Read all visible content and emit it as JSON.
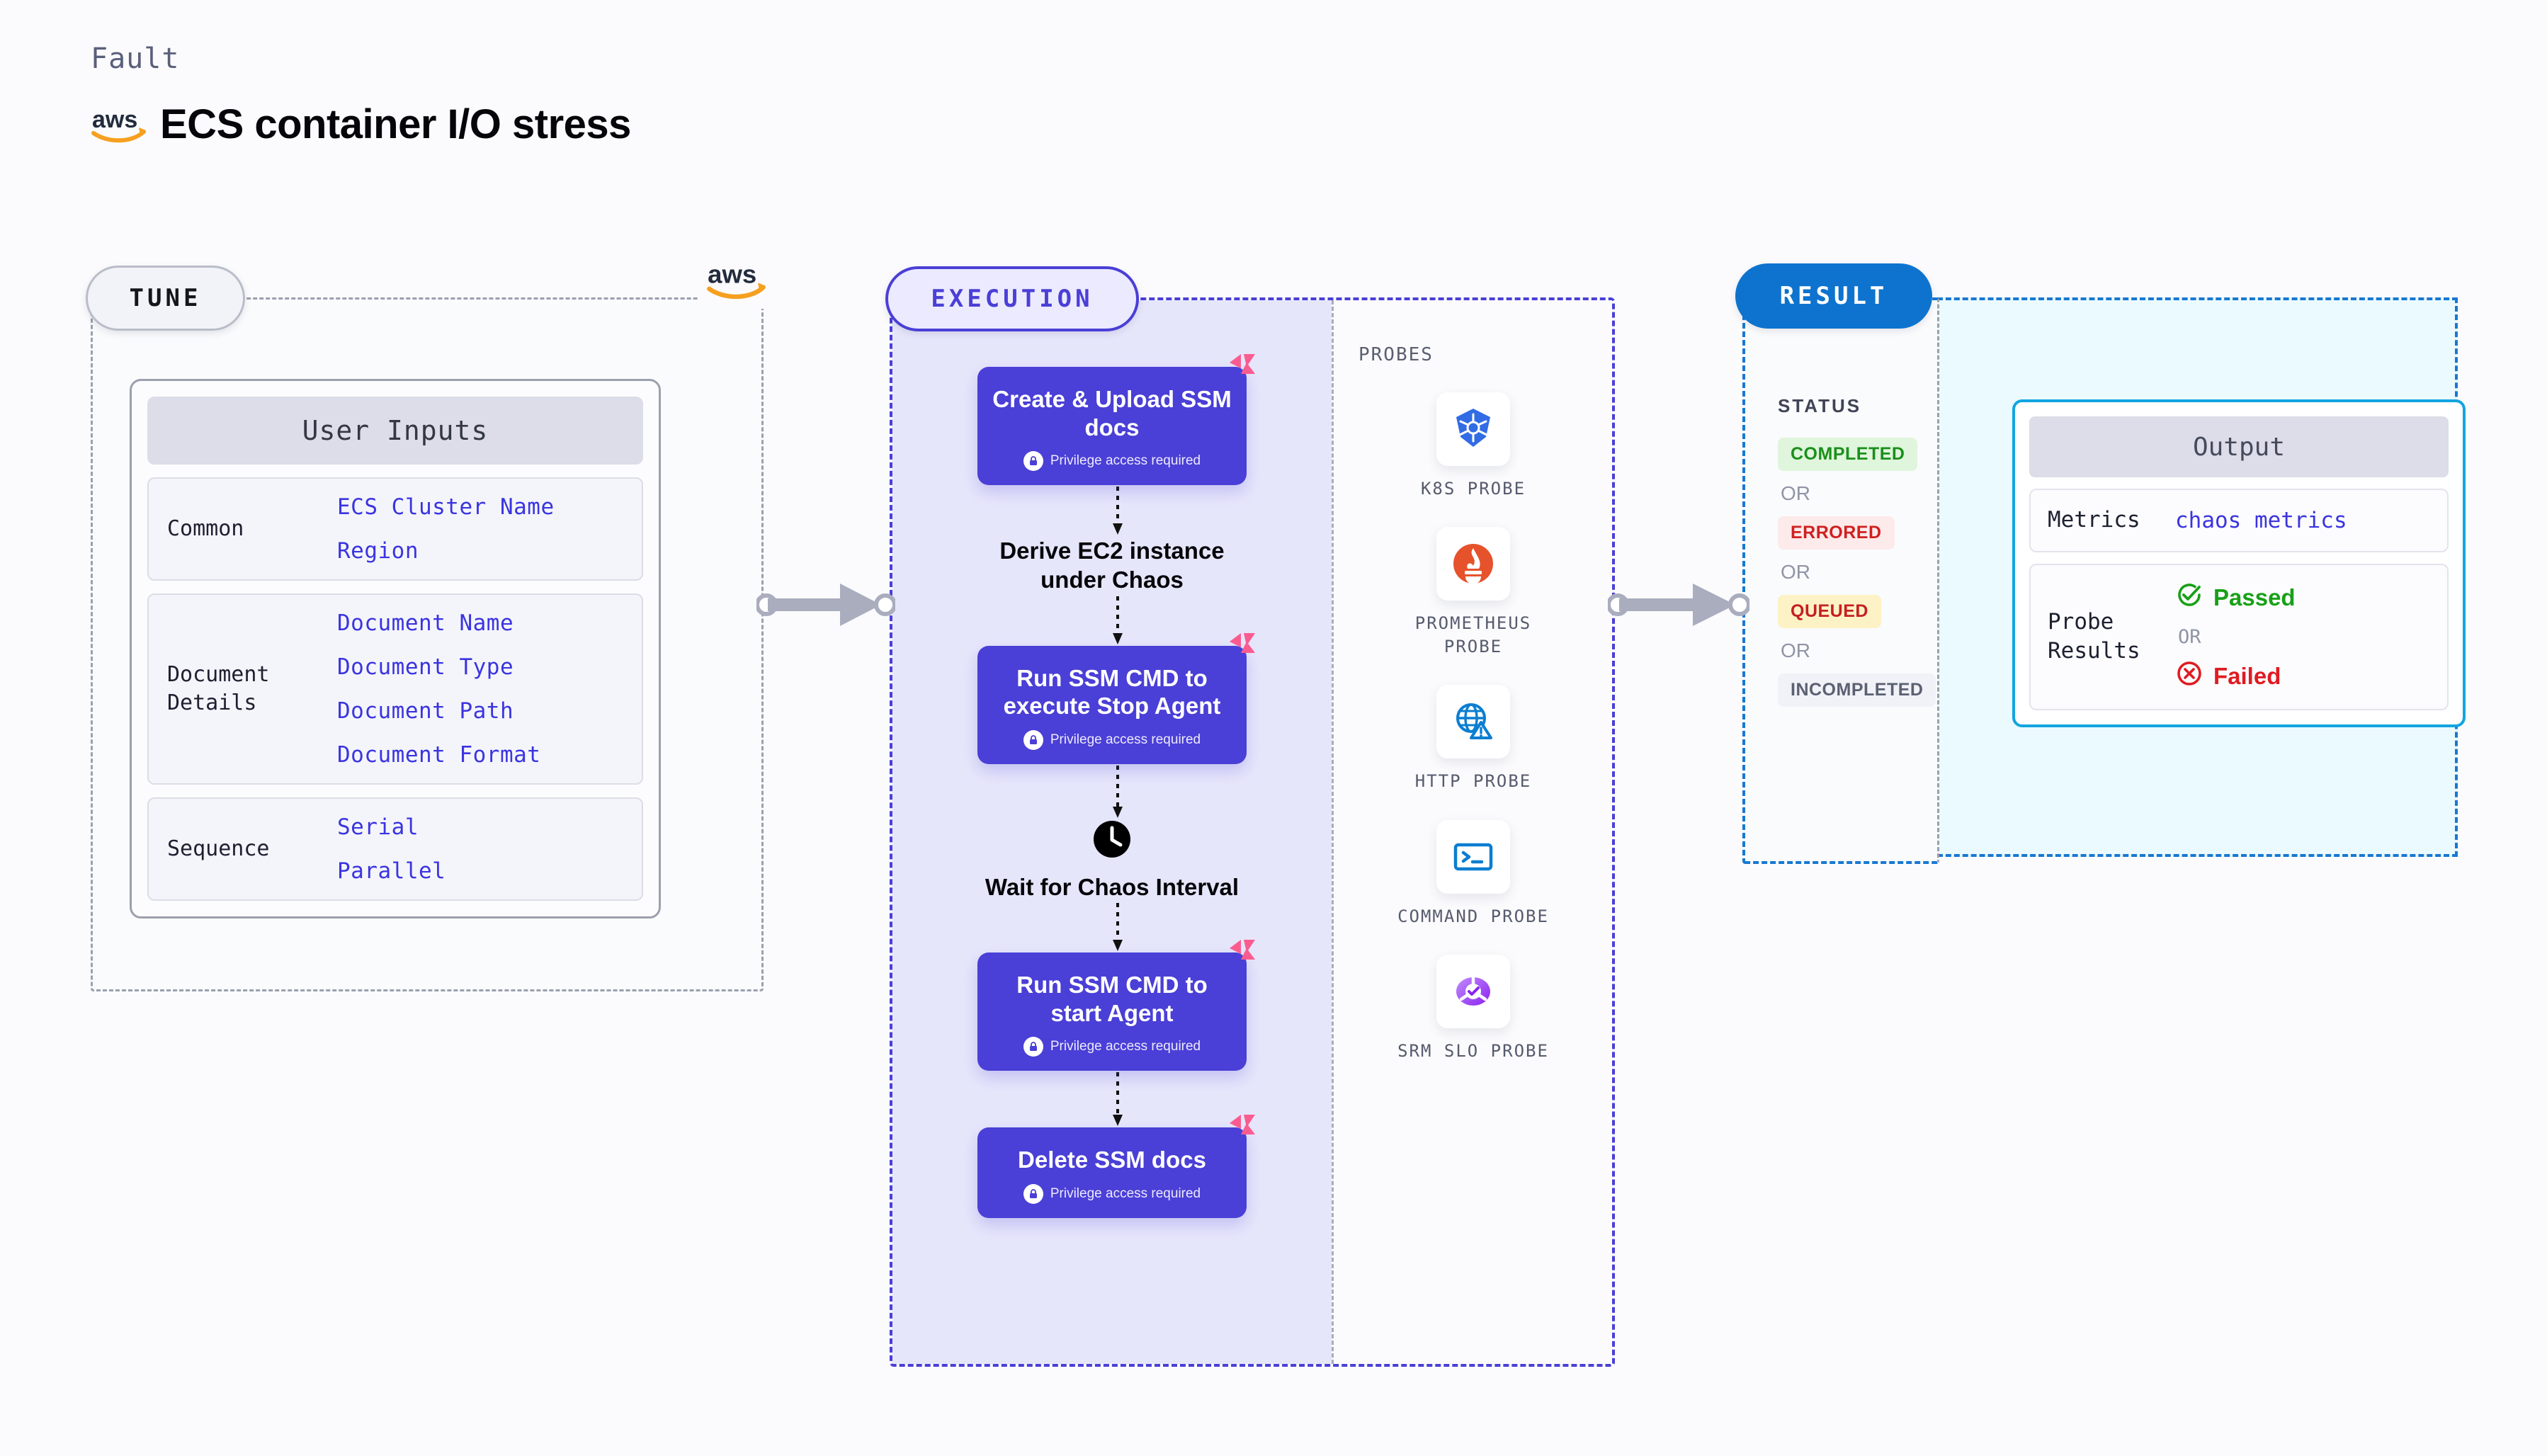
{
  "header": {
    "eyebrow": "Fault",
    "brand_icon": "aws-logo",
    "title": "ECS container I/O stress"
  },
  "tune": {
    "pill_label": "TUNE",
    "brand_icon": "aws-logo",
    "card_title": "User Inputs",
    "groups": [
      {
        "label": "Common",
        "values": [
          "ECS Cluster Name",
          "Region"
        ]
      },
      {
        "label": "Document\nDetails",
        "values": [
          "Document Name",
          "Document Type",
          "Document Path",
          "Document Format"
        ]
      },
      {
        "label": "Sequence",
        "values": [
          "Serial",
          "Parallel"
        ]
      }
    ]
  },
  "execution": {
    "pill_label": "EXECUTION",
    "privilege_note": "Privilege access required",
    "steps": [
      {
        "type": "task",
        "title": "Create & Upload SSM docs",
        "privilege": true,
        "ribbon": "harness-ribbon-icon"
      },
      {
        "type": "plain",
        "title": "Derive EC2 instance under Chaos"
      },
      {
        "type": "task",
        "title": "Run SSM CMD to execute Stop Agent",
        "privilege": true,
        "ribbon": "harness-ribbon-icon"
      },
      {
        "type": "wait",
        "title": "Wait for Chaos Interval",
        "icon": "clock-icon"
      },
      {
        "type": "task",
        "title": "Run SSM CMD to start Agent",
        "privilege": true,
        "ribbon": "harness-ribbon-icon"
      },
      {
        "type": "task",
        "title": "Delete SSM docs",
        "privilege": true,
        "ribbon": "harness-ribbon-icon"
      }
    ]
  },
  "probes": {
    "title": "PROBES",
    "items": [
      {
        "label": "K8S PROBE",
        "icon": "kubernetes-icon"
      },
      {
        "label": "PROMETHEUS PROBE",
        "icon": "prometheus-icon"
      },
      {
        "label": "HTTP PROBE",
        "icon": "http-globe-icon"
      },
      {
        "label": "COMMAND PROBE",
        "icon": "terminal-icon"
      },
      {
        "label": "SRM SLO PROBE",
        "icon": "srm-slo-icon"
      }
    ]
  },
  "result": {
    "pill_label": "RESULT",
    "status_title": "STATUS",
    "or_label": "OR",
    "statuses": [
      {
        "label": "COMPLETED",
        "bg": "#dff5dc",
        "fg": "#1b8f1b"
      },
      {
        "label": "ERRORED",
        "bg": "#fdeaea",
        "fg": "#cf2020"
      },
      {
        "label": "QUEUED",
        "bg": "#fdf1c6",
        "fg": "#c42020"
      },
      {
        "label": "INCOMPLETED",
        "bg": "#f1f2f7",
        "fg": "#5b6073"
      }
    ],
    "output": {
      "title": "Output",
      "metrics_label": "Metrics",
      "metrics_value": "chaos metrics",
      "probe_results_label": "Probe\nResults",
      "passed_label": "Passed",
      "failed_label": "Failed",
      "or_label": "OR"
    }
  },
  "colors": {
    "accent_blue": "#4a3fd6",
    "result_blue": "#0d73ce",
    "output_cyan": "#12a5e0",
    "aws_orange": "#f6a020",
    "ribbon_pink": "#fb5c8f"
  }
}
